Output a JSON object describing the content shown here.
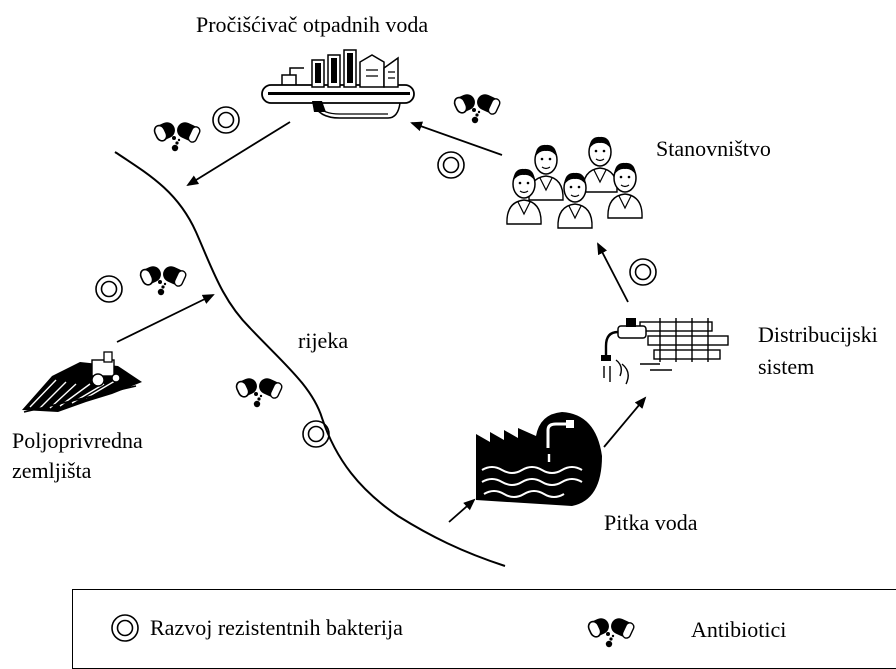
{
  "labels": {
    "treatment_plant": "Pročišćivač otpadnih voda",
    "population": "Stanovništvo",
    "agriculture_line1": "Poljoprivredna",
    "agriculture_line2": "zemljišta",
    "river": "rijeka",
    "distribution_line1": "Distribucijski",
    "distribution_line2": "sistem",
    "drinking_water": "Pitka voda"
  },
  "legend": {
    "resistance_label": "Razvoj rezistentnih bakterija",
    "antibiotics_label": "Antibiotici"
  },
  "icons": {
    "resistance": "concentric-circles-icon",
    "antibiotics": "pill-capsules-icon",
    "treatment_plant": "factory-icon",
    "population": "people-group-icon",
    "agriculture": "tractor-field-icon",
    "distribution": "faucet-pipes-icon",
    "drinking_water": "water-plant-icon"
  },
  "colors": {
    "ink": "#000000",
    "background": "#ffffff"
  }
}
